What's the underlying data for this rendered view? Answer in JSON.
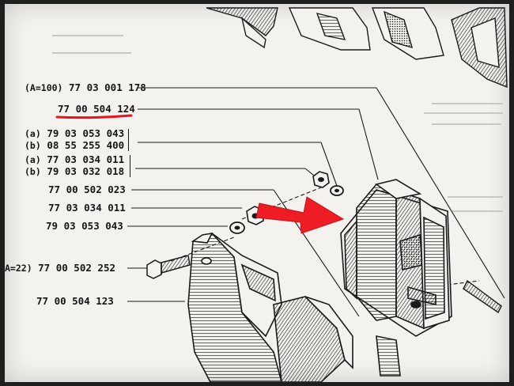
{
  "labels": [
    {
      "id": "p1",
      "variant": "(A=100)",
      "number": "77 03 001 178"
    },
    {
      "id": "p2",
      "variant": "",
      "number": "77 00 504 124"
    },
    {
      "id": "p3a",
      "variant": "(a)",
      "number": "79 03 053 043"
    },
    {
      "id": "p3b",
      "variant": "(b)",
      "number": "08 55 255 400"
    },
    {
      "id": "p4a",
      "variant": "(a)",
      "number": "77 03 034 011"
    },
    {
      "id": "p4b",
      "variant": "(b)",
      "number": "79 03 032 018"
    },
    {
      "id": "p5",
      "variant": "",
      "number": "77 00 502 023"
    },
    {
      "id": "p6",
      "variant": "",
      "number": "77 03 034 011"
    },
    {
      "id": "p7",
      "variant": "",
      "number": "79 03 053 043"
    },
    {
      "id": "p8",
      "variant": "A=22)",
      "number": "77 00 502 252"
    },
    {
      "id": "p9",
      "variant": "",
      "number": "77 00 504 123"
    }
  ],
  "colors": {
    "highlight_underline": "#e8141b",
    "arrow": "#ee1c24",
    "ink": "#161616",
    "paper": "#f3f2ee"
  },
  "icons": {
    "pointer": "red-arrow-icon",
    "mount": "engine-mount-icon",
    "bracket": "mounting-bracket-icon",
    "bolt": "bolt-icon",
    "nut": "nut-icon",
    "washer": "washer-icon"
  }
}
